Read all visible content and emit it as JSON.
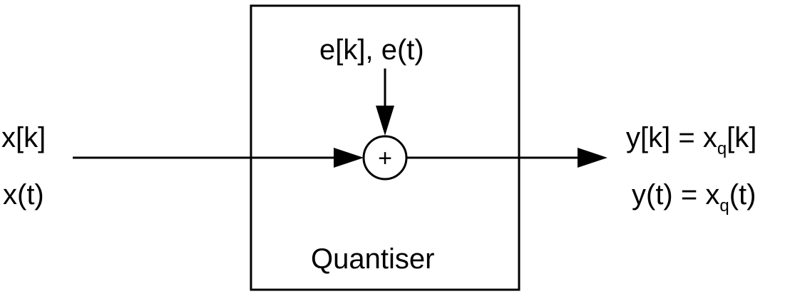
{
  "diagram": {
    "block_label": "Quantiser",
    "noise_label": "e[k], e(t)",
    "adder_symbol": "+",
    "input": {
      "line1": "x[k]",
      "line2": "x(t)"
    },
    "output": {
      "line1_pre": "y[k] = x",
      "line1_sub": "q",
      "line1_post": "[k]",
      "line2_pre": "y(t) = x",
      "line2_sub": "q",
      "line2_post": "(t)"
    }
  }
}
